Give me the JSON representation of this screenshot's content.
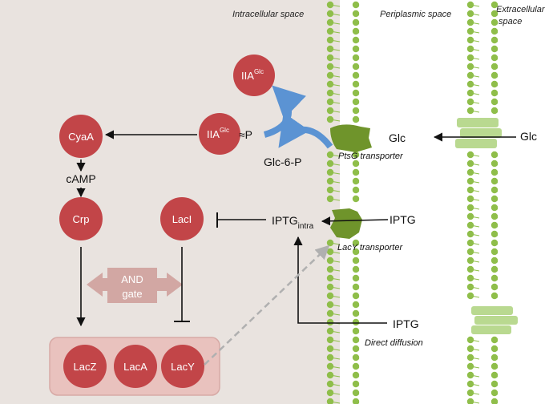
{
  "spaces": {
    "intracellular": "Intracellular space",
    "periplasmic": "Periplasmic space",
    "extracellular_line1": "Extracellular",
    "extracellular_line2": "space"
  },
  "nodes": {
    "iia_top": {
      "main": "IIA",
      "sup": "Glc"
    },
    "iia_mid": {
      "main": "IIA",
      "sup": "Glc"
    },
    "cyaa": "CyaA",
    "crp": "Crp",
    "laci": "LacI",
    "lacz": "LacZ",
    "laca": "LacA",
    "lacy": "LacY"
  },
  "labels": {
    "phospho": "≈P",
    "camp": "cAMP",
    "glc6p": "Glc-6-P",
    "glc_peri": "Glc",
    "glc_extra": "Glc",
    "iptg_intra_main": "IPTG",
    "iptg_intra_sub": "intra",
    "iptg_peri": "IPTG",
    "iptg_diffusion": "IPTG"
  },
  "transporters": {
    "ptsg": "PtsG transporter",
    "lacy": "LacY transporter",
    "diffusion": "Direct diffusion"
  },
  "gate": {
    "line1": "AND",
    "line2": "gate"
  },
  "colors": {
    "intracellular_bg": "#e9e3df",
    "node": "#c24548",
    "membrane_bead": "#8fbe4a",
    "transporter_dark": "#6f942b",
    "transporter_light": "#b9d990",
    "gate": "#d2a7a3",
    "operon_box": "#e9c2be",
    "blue_arrow": "#5b93d3"
  }
}
